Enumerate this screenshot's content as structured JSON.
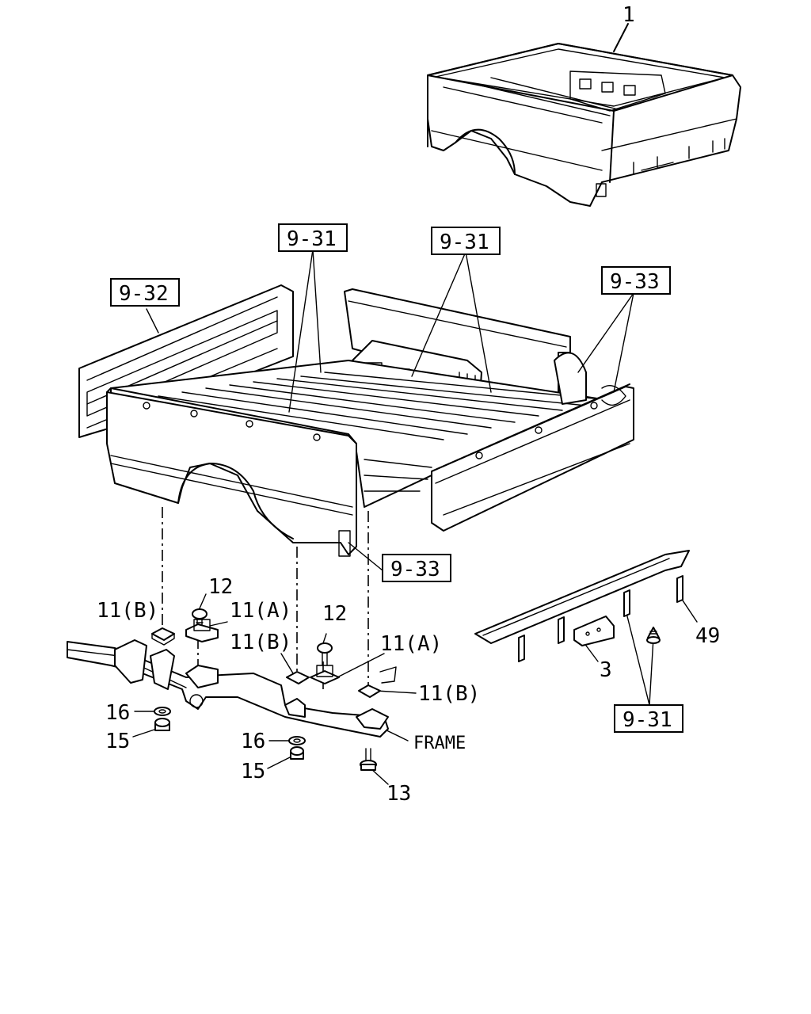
{
  "labels": {
    "part_1": "1",
    "ref_931_a": "9-31",
    "ref_931_b": "9-31",
    "ref_931_c": "9-31",
    "ref_932": "9-32",
    "ref_933_a": "9-33",
    "ref_933_b": "9-33",
    "part_12_a": "12",
    "part_12_b": "12",
    "part_11b_a": "11(B)",
    "part_11a_a": "11(A)",
    "part_11b_b": "11(B)",
    "part_11a_b": "11(A)",
    "part_11b_c": "11(B)",
    "part_16_a": "16",
    "part_15_a": "15",
    "part_16_b": "16",
    "part_15_b": "15",
    "part_13": "13",
    "frame": "FRAME",
    "part_3": "3",
    "part_49": "49"
  }
}
